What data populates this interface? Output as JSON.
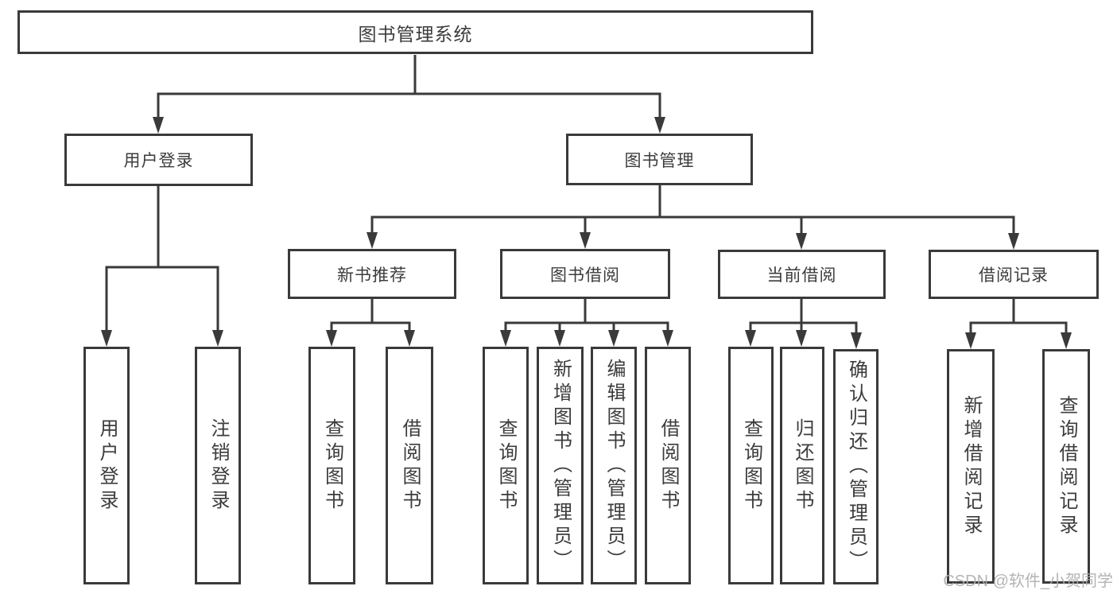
{
  "diagram_type": "tree-diagram",
  "root": {
    "label": "图书管理系统"
  },
  "branches": [
    {
      "label": "用户登录",
      "children": [
        {
          "label": "用户登录"
        },
        {
          "label": "注销登录"
        }
      ]
    },
    {
      "label": "图书管理",
      "children": [
        {
          "label": "新书推荐",
          "children": [
            {
              "label": "查询图书"
            },
            {
              "label": "借阅图书"
            }
          ]
        },
        {
          "label": "图书借阅",
          "children": [
            {
              "label": "查询图书"
            },
            {
              "label": "新增图书（管理员）"
            },
            {
              "label": "编辑图书（管理员）"
            },
            {
              "label": "借阅图书"
            }
          ]
        },
        {
          "label": "当前借阅",
          "children": [
            {
              "label": "查询图书"
            },
            {
              "label": "归还图书"
            },
            {
              "label": "确认归还（管理员）"
            }
          ]
        },
        {
          "label": "借阅记录",
          "children": [
            {
              "label": "新增借阅记录"
            },
            {
              "label": "查询借阅记录"
            }
          ]
        }
      ]
    }
  ],
  "watermark": {
    "text": "CSDN @软件_小贺同学"
  },
  "colors": {
    "line": "#3a3a3a",
    "text": "#3c3c3c",
    "background": "#ffffff",
    "watermark": "#acacac"
  }
}
